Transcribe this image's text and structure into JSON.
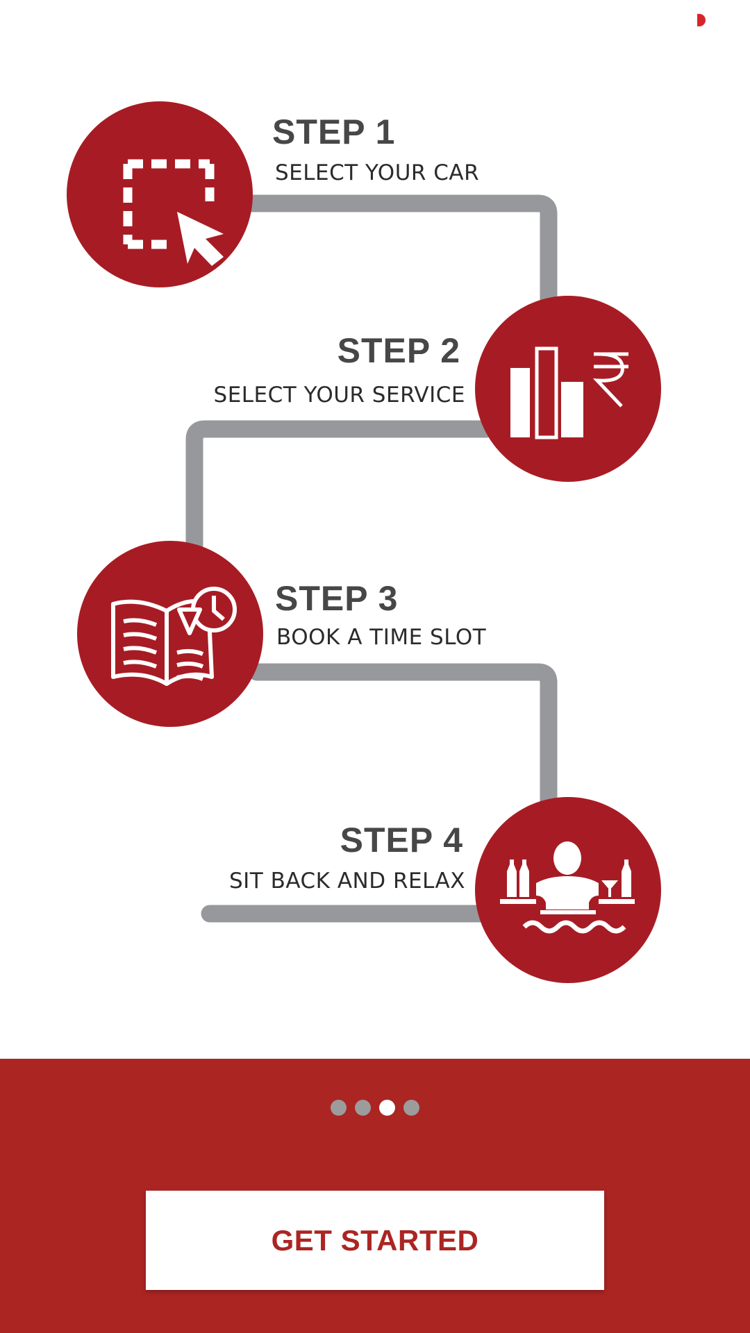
{
  "colors": {
    "brand_red": "#ab2523",
    "circle_red": "#a71c24",
    "connector_gray": "#97989c",
    "heading_gray": "#474747"
  },
  "steps": [
    {
      "title": "STEP 1",
      "subtitle": "SELECT YOUR CAR",
      "icon": "select-cursor-icon"
    },
    {
      "title": "STEP 2",
      "subtitle": "SELECT YOUR SERVICE",
      "icon": "rupee-price-chart-icon"
    },
    {
      "title": "STEP 3",
      "subtitle": "BOOK A TIME SLOT",
      "icon": "book-clock-icon"
    },
    {
      "title": "STEP 4",
      "subtitle": "SIT BACK AND RELAX",
      "icon": "relax-person-icon"
    }
  ],
  "pager": {
    "total": 4,
    "active_index": 2
  },
  "cta": {
    "label": "GET STARTED"
  }
}
